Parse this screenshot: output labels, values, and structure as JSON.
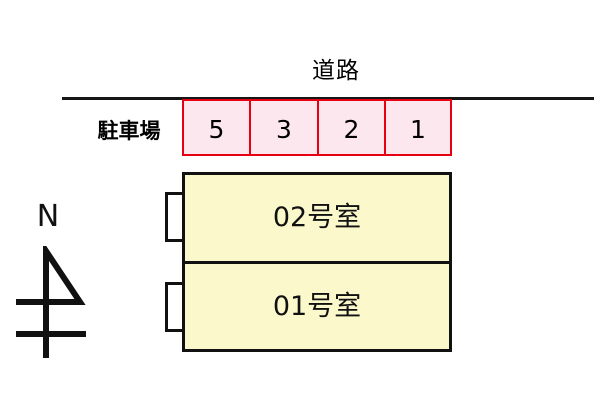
{
  "diagram": {
    "type": "property-site-layout",
    "title_text": "道路",
    "colors": {
      "parking_fill": "#fde7ee",
      "parking_border": "#e60012",
      "building_fill": "#fbf8cb",
      "building_border": "#111111",
      "road_line": "#161616",
      "background": "#ffffff"
    }
  },
  "road": {
    "label": "道路",
    "name": "road-line"
  },
  "parking": {
    "label": "駐車場",
    "spaces": [
      {
        "number": "5"
      },
      {
        "number": "3"
      },
      {
        "number": "2"
      },
      {
        "number": "1"
      }
    ]
  },
  "building": {
    "units": [
      {
        "label": "02号室",
        "entrance": "entrance-02"
      },
      {
        "label": "01号室",
        "entrance": "entrance-01"
      }
    ]
  },
  "compass": {
    "label": "N",
    "icon": "north-arrow-icon"
  }
}
